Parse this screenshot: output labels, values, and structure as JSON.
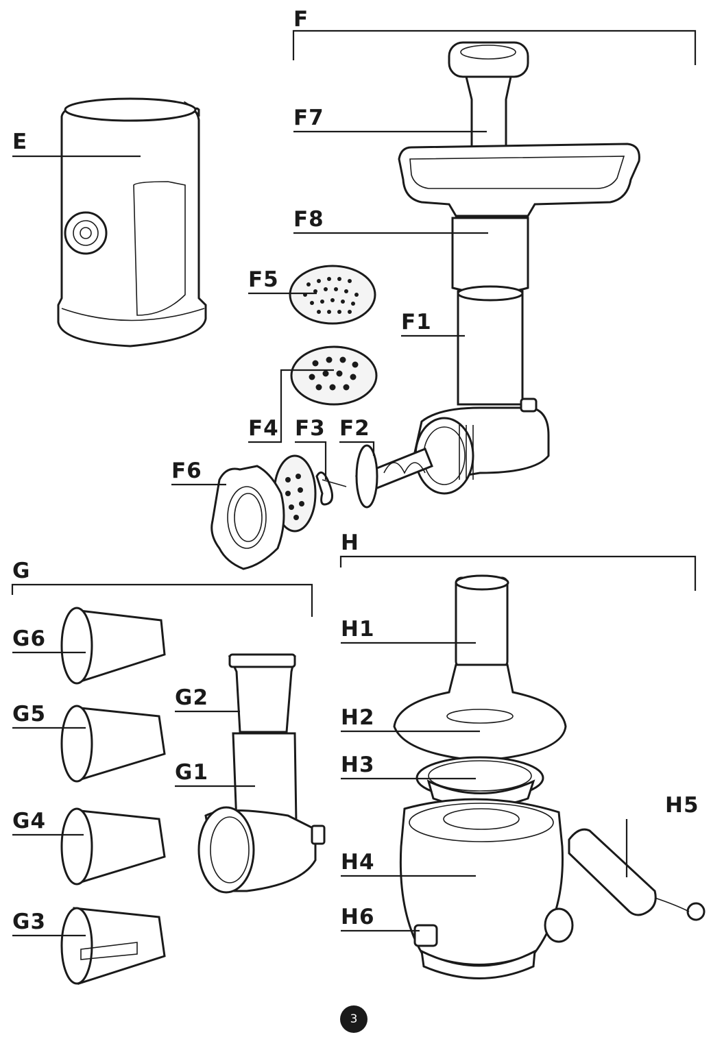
{
  "labels": {
    "E": "E",
    "F": "F",
    "F1": "F1",
    "F2": "F2",
    "F3": "F3",
    "F4": "F4",
    "F5": "F5",
    "F6": "F6",
    "F7": "F7",
    "F8": "F8",
    "G": "G",
    "G1": "G1",
    "G2": "G2",
    "G3": "G3",
    "G4": "G4",
    "G5": "G5",
    "G6": "G6",
    "H": "H",
    "H1": "H1",
    "H2": "H2",
    "H3": "H3",
    "H4": "H4",
    "H5": "H5",
    "H6": "H6"
  },
  "page_number": "3"
}
